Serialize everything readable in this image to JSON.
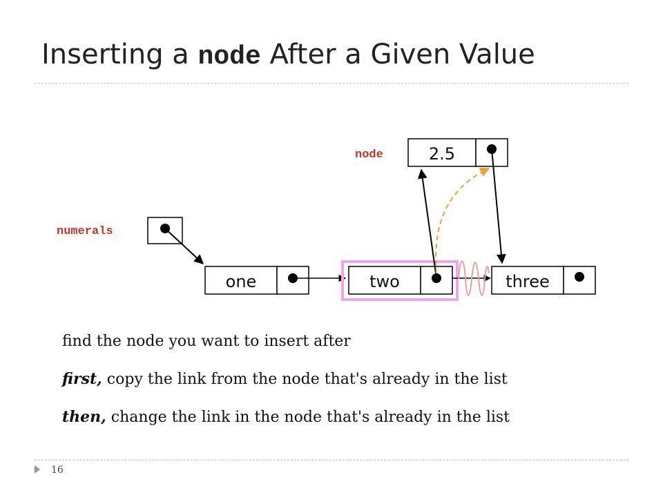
{
  "title": {
    "before": "Inserting a ",
    "code": "node",
    "after": " After a Given Value"
  },
  "diagram": {
    "labels": {
      "numerals": "numerals",
      "node": "node"
    },
    "nodes": {
      "one": "one",
      "two": "two",
      "three": "three",
      "new": "2.5"
    },
    "colors": {
      "label": "#c0392b",
      "highlight": "#f0a3ee",
      "dashed_arrow": "#e9a23b",
      "broken_link": "#e8a0a0"
    }
  },
  "steps": {
    "line1": "find the node you want to insert after",
    "line2_em": "first,",
    "line2_rest": " copy the link from the node that's already in the list",
    "line3_em": "then,",
    "line3_rest": " change the link in the node that's already in the list"
  },
  "footer": {
    "slide_number": "16"
  }
}
